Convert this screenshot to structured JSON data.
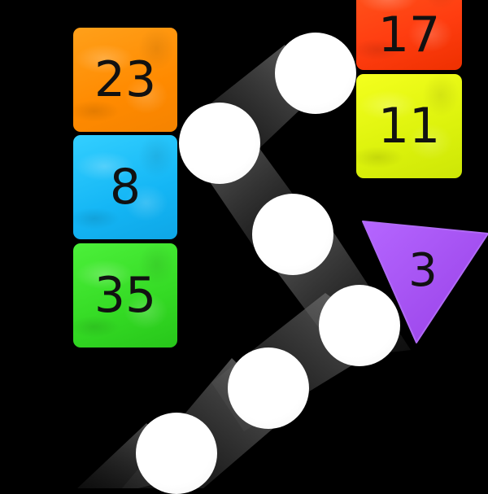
{
  "game": {
    "blocks": [
      {
        "id": "orange",
        "value": "23",
        "color": "#ff8a00"
      },
      {
        "id": "blue",
        "value": "8",
        "color": "#14b6f5"
      },
      {
        "id": "green",
        "value": "35",
        "color": "#34da24"
      },
      {
        "id": "red",
        "value": "17",
        "color": "#ff3d10"
      },
      {
        "id": "yellow",
        "value": "11",
        "color": "#dcf20c"
      }
    ],
    "triangle": {
      "value": "3",
      "color": "#a34ff0"
    },
    "ball_count_visible": 6,
    "ball_color": "#ffffff",
    "background_color": "#000000"
  }
}
